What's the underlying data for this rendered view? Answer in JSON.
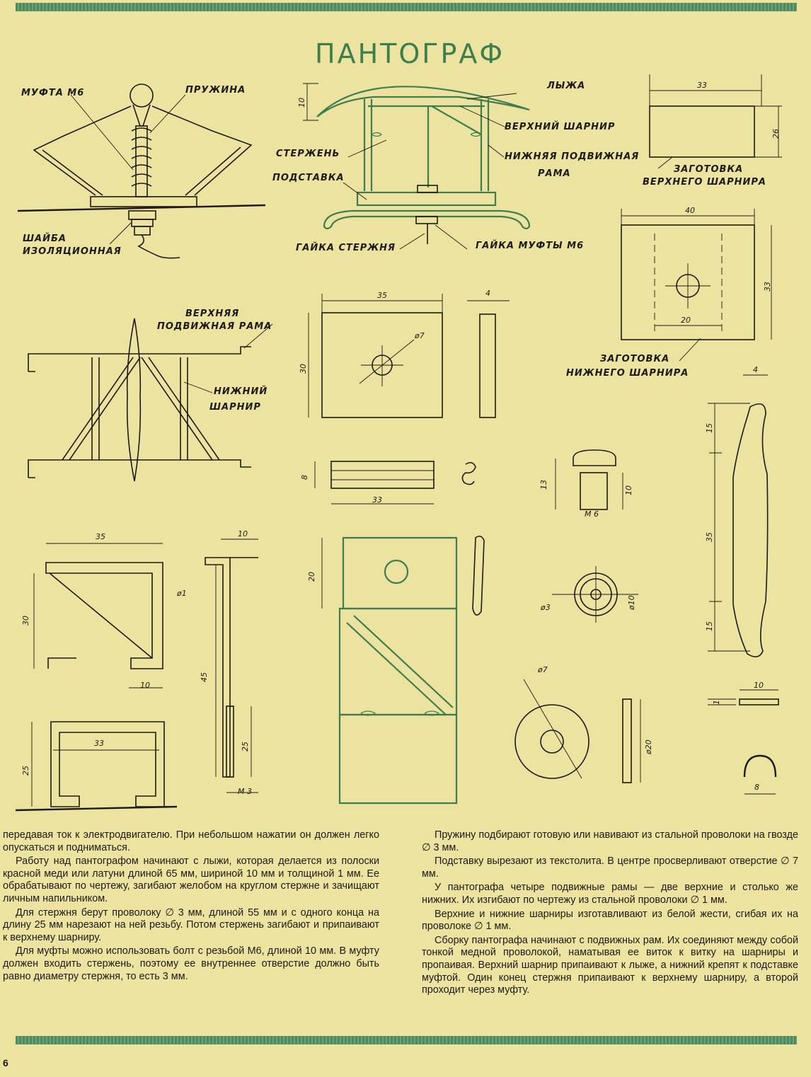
{
  "title": "ПАНТОГРАФ",
  "page_number": "6",
  "labels": {
    "mufta": "МУФТА М6",
    "pruzhina": "ПРУЖИНА",
    "shaiba_1": "ШАЙБА",
    "shaiba_2": "ИЗОЛЯЦИОННАЯ",
    "lyzha": "ЛЫЖА",
    "verkhniy_sharnir": "ВЕРХНИЙ ШАРНИР",
    "sterzhen": "СТЕРЖЕНЬ",
    "nizhnyaya_rama_1": "НИЖНЯЯ ПОДВИЖНАЯ",
    "nizhnyaya_rama_2": "РАМА",
    "podstavka": "ПОДСТАВКА",
    "gayka_sterzhnya": "ГАЙКА СТЕРЖНЯ",
    "gayka_mufty": "ГАЙКА МУФТЫ М6",
    "zagotovka_verkh_1": "ЗАГОТОВКА",
    "zagotovka_verkh_2": "ВЕРХНЕГО ШАРНИРА",
    "verkhnyaya_rama_1": "ВЕРХНЯЯ",
    "verkhnyaya_rama_2": "ПОДВИЖНАЯ РАМА",
    "nizhniy_sharnir_1": "НИЖНИЙ",
    "nizhniy_sharnir_2": "ШАРНИР",
    "zagotovka_nizh_1": "ЗАГОТОВКА",
    "zagotovka_nizh_2": "НИЖНЕГО ШАРНИРА"
  },
  "dimensions": {
    "d_10_ski": "10",
    "d_33_top": "33",
    "d_26": "26",
    "d_40": "40",
    "d_33_right": "33",
    "d_20_inner": "20",
    "d_35_plate": "35",
    "d_30_plate": "30",
    "d_phi7": "ø7",
    "d_4_side": "4",
    "d_8": "8",
    "d_33_bar": "33",
    "d_13": "13",
    "d_10_stud": "10",
    "d_m6": "М 6",
    "d_4_ski": "4",
    "d_15_top": "15",
    "d_35_ski": "35",
    "d_15_bot": "15",
    "d_35_frame": "35",
    "d_30_frame": "30",
    "d_phi1": "ø1",
    "d_10_frame": "10",
    "d_25_frame": "25",
    "d_33_frame": "33",
    "d_10_rod": "10",
    "d_45": "45",
    "d_25_rod": "25",
    "d_m3": "М 3",
    "d_20_hinge": "20",
    "d_phi3": "ø3",
    "d_phi10": "ø10",
    "d_phi7_washer": "ø7",
    "d_phi20": "ø20",
    "d_1": "1",
    "d_10_strip": "10",
    "d_8_clip": "8"
  },
  "text_left": [
    "передавая ток к электродвигателю. При небольшом нажатии он должен легко опускаться и подниматься.",
    "Работу над пантографом начинают с лыжи, которая делается из полоски красной меди или латуни длиной 65 мм, шириной 10 мм и толщиной 1 мм. Ее обрабатывают по чертежу, загибают желобом на круглом стержне и зачищают личным напильником.",
    "Для стержня берут проволоку ∅ 3 мм, длиной 55 мм и с одного конца на длину 25 мм нарезают на ней резьбу. Потом стержень загибают и припаивают к верхнему шарниру.",
    "Для муфты можно использовать болт с резьбой М6, длиной 10 мм. В муфту должен входить стержень, поэтому ее внутреннее отверстие должно быть равно диаметру стержня, то есть 3 мм."
  ],
  "text_right": [
    "Пружину подбирают готовую или навивают из стальной проволоки на гвозде ∅ 3 мм.",
    "Подставку вырезают из текстолита. В центре просверливают отверстие ∅ 7 мм.",
    "У пантографа четыре подвижные рамы — две верхние и столько же нижних. Их изгибают по чертежу из стальной проволоки ∅ 1 мм.",
    "Верхние и нижние шарниры изготавливают из белой жести, сгибая их на проволоке ∅ 1 мм.",
    "Сборку пантографа начинают с подвижных рам. Их соединяют между собой тонкой медной проволокой, наматывая ее виток к витку на шарниры и пропаивая. Верхний шарнир припаивают к лыже, а нижний крепят к подставке муфтой. Один конец стержня припаивают к верхнему шарниру, а второй проходит через муфту."
  ]
}
